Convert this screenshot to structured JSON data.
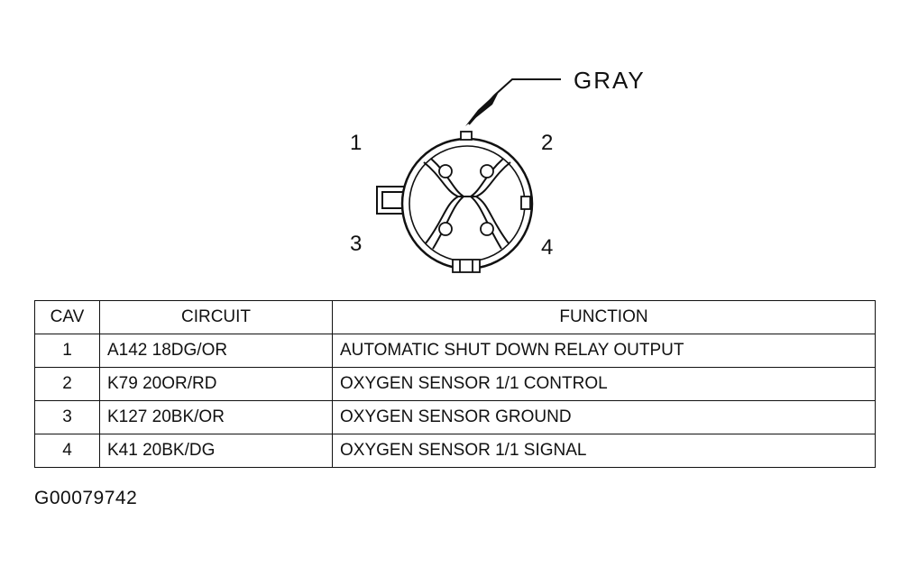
{
  "connector": {
    "color_label": "GRAY",
    "cavity_labels": [
      "1",
      "2",
      "3",
      "4"
    ]
  },
  "table": {
    "headers": [
      "CAV",
      "CIRCUIT",
      "FUNCTION"
    ],
    "rows": [
      {
        "cav": "1",
        "circuit": "A142 18DG/OR",
        "function": "AUTOMATIC SHUT DOWN RELAY OUTPUT"
      },
      {
        "cav": "2",
        "circuit": "K79 20OR/RD",
        "function": "OXYGEN SENSOR 1/1 CONTROL"
      },
      {
        "cav": "3",
        "circuit": "K127 20BK/OR",
        "function": "OXYGEN SENSOR GROUND"
      },
      {
        "cav": "4",
        "circuit": "K41 20BK/DG",
        "function": "OXYGEN SENSOR 1/1 SIGNAL"
      }
    ]
  },
  "figure_id": "G00079742"
}
